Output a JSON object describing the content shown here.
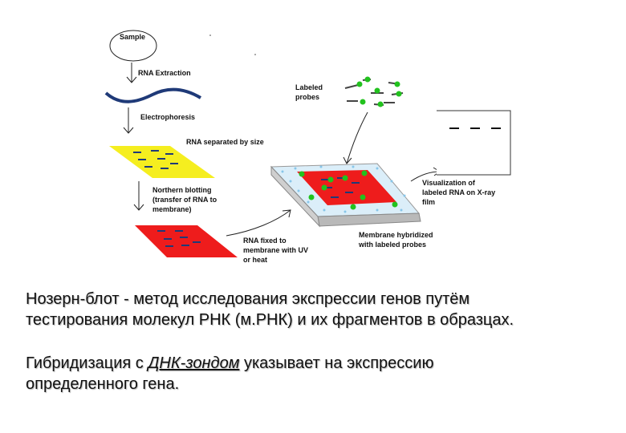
{
  "diagram": {
    "sample": "Sample",
    "rna_extraction": "RNA Extraction",
    "labeled_probes": [
      "Labeled",
      "probes"
    ],
    "electrophoresis": "Electrophoresis",
    "rna_separated": "RNA separated by size",
    "northern_blotting": [
      "Northern blotting",
      "(transfer of RNA to",
      "membrane)"
    ],
    "visualization": [
      "Visualization of",
      "labeled RNA on X-ray",
      "film"
    ],
    "membrane_hybridized": [
      "Membrane hybridized",
      "with labeled probes"
    ],
    "rna_fixed": [
      "RNA fixed to",
      "membrane with UV",
      "or heat"
    ],
    "colors": {
      "gel_yellow": "#f5ee1f",
      "membrane_red": "#ee1c1c",
      "band_blue": "#1f3a78",
      "probe_green": "#22c21e",
      "tray_blue": "#cfe8f7"
    }
  },
  "caption": {
    "line1": "Нозерн-блот - метод исследования экспрессии генов путём",
    "line2": "тестирования молекул РНК (м.РНК) и их фрагментов в образцах.",
    "line3_start": "Гибридизация с ",
    "line3_probe": "ДНК-зондом",
    "line3_end": " указывает на экспрессию",
    "line4": "определенного гена."
  }
}
